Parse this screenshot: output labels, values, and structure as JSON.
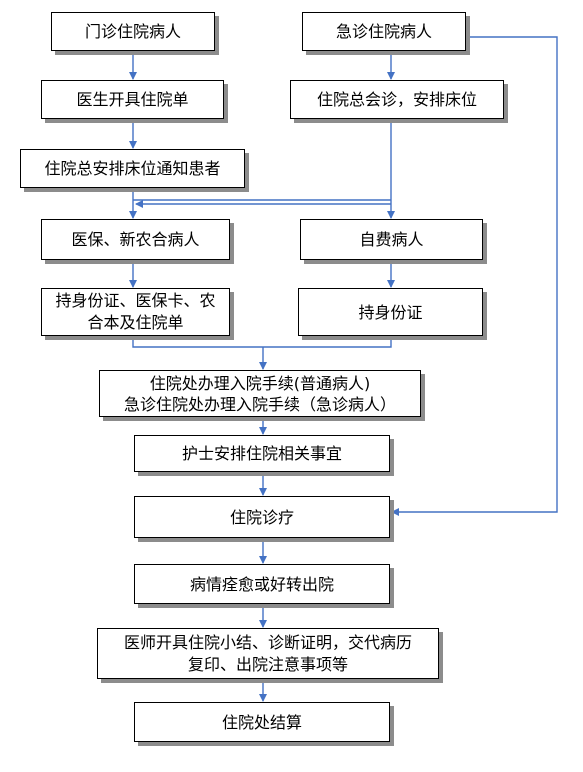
{
  "colors": {
    "connector": "#4472c4",
    "box_border": "#000000",
    "box_shadow": "#8c8c8c",
    "box_fill": "#ffffff"
  },
  "nodes": {
    "outpatient": "门诊住院病人",
    "emergency": "急诊住院病人",
    "admission_order": "医生开具住院单",
    "consultation": "住院总会诊，安排床位",
    "notify_patient": "住院总安排床位通知患者",
    "insured_patient": "医保、新农合病人",
    "self_pay_patient": "自费病人",
    "insured_documents": "持身份证、医保卡、农\n合本及住院单",
    "self_pay_documents": "持身份证",
    "admission_procedure": "住院处办理入院手续(普通病人)\n急诊住院处办理入院手续（急诊病人）",
    "nurse_arrangement": "护士安排住院相关事宜",
    "inpatient_treatment": "住院诊疗",
    "recovery_discharge": "病情痊愈或好转出院",
    "discharge_summary": "医师开具住院小结、诊断证明，交代病历\n复印、出院注意事项等",
    "settlement": "住院处结算"
  }
}
